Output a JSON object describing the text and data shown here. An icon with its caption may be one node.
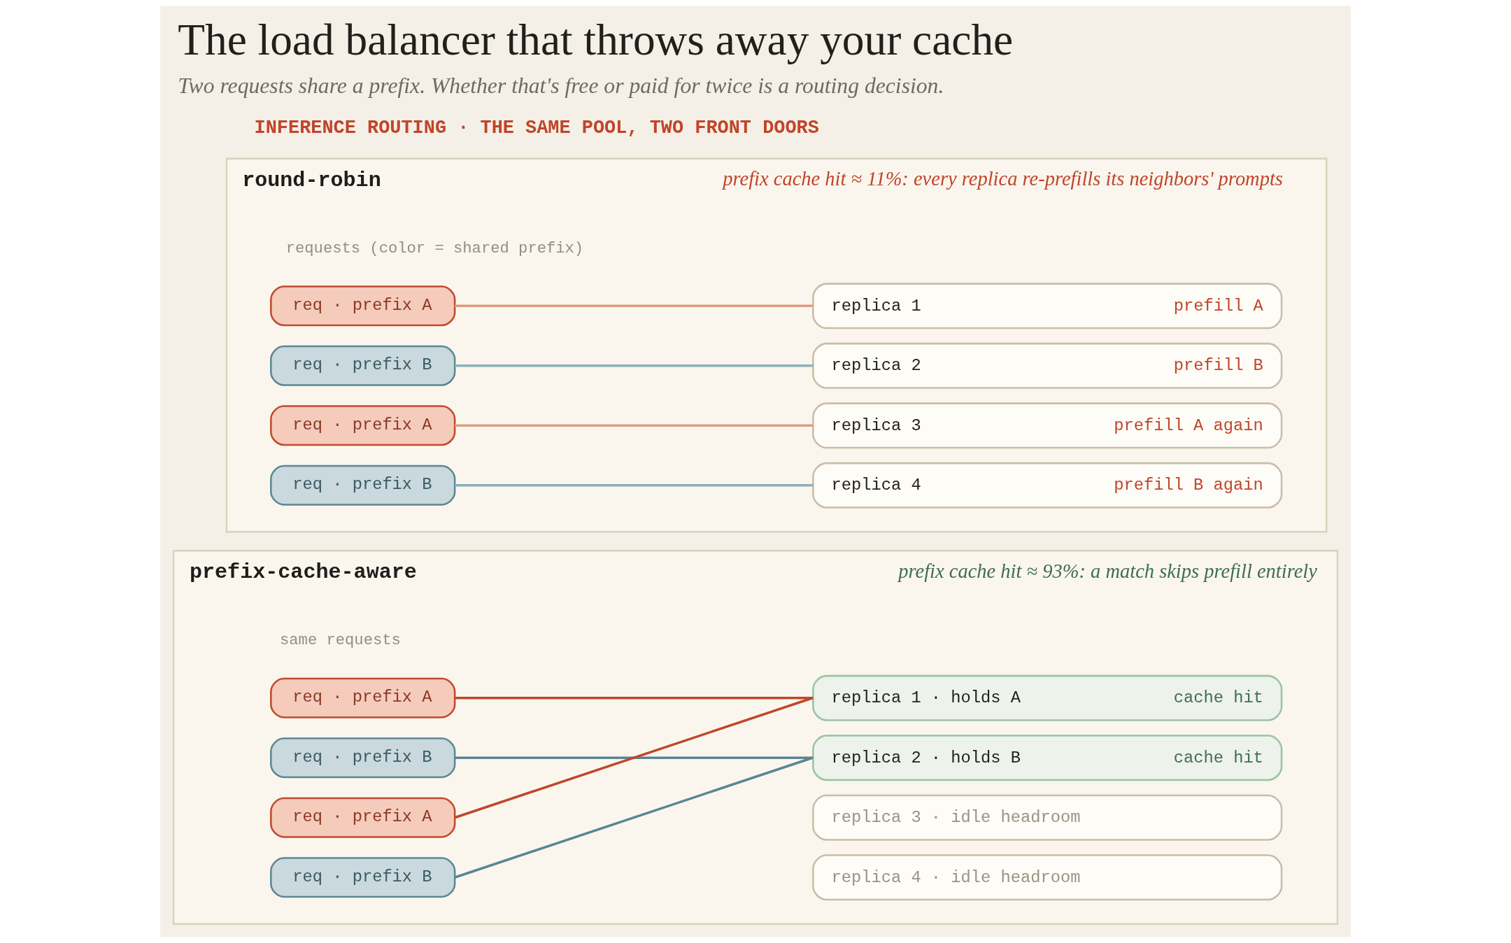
{
  "diagram": {
    "title": "The load balancer that throws away your cache",
    "caption": "Two requests share a prefix. Whether that's free or paid for twice is a routing decision.",
    "nodes": [
      {
        "text": [
          "round-robin",
          "prefix cache hit ≈ 11%: every replica re-prefills its neighbors' prompts"
        ]
      },
      {
        "text": [
          "req · prefix A"
        ],
        "in": 0
      },
      {
        "text": [
          "replica 1",
          "prefill A"
        ],
        "in": 0
      },
      {
        "text": [
          "req · prefix B"
        ],
        "in": 0
      },
      {
        "text": [
          "replica 2",
          "prefill B"
        ],
        "in": 0
      },
      {
        "text": [
          "req · prefix A"
        ],
        "in": 0
      },
      {
        "text": [
          "replica 3",
          "prefill A again"
        ],
        "in": 0
      },
      {
        "text": [
          "req · prefix B"
        ],
        "in": 0
      },
      {
        "text": [
          "replica 4",
          "prefill B again"
        ],
        "in": 0
      },
      {
        "text": [
          "prefix-cache-aware",
          "prefix cache hit ≈ 93%: a match skips prefill entirely"
        ]
      },
      {
        "text": [
          "req · prefix A"
        ],
        "in": 9
      },
      {
        "text": [
          "replica 1 · holds A",
          "cache hit"
        ],
        "in": 9
      },
      {
        "text": [
          "req · prefix B"
        ],
        "in": 9
      },
      {
        "text": [
          "replica 2 · holds B",
          "cache hit"
        ],
        "in": 9
      },
      {
        "text": [
          "req · prefix A"
        ],
        "in": 9
      },
      {
        "text": [
          "replica 3 · idle headroom"
        ],
        "in": 9
      },
      {
        "text": [
          "req · prefix B"
        ],
        "in": 9
      },
      {
        "text": [
          "replica 4 · idle headroom"
        ],
        "in": 9
      }
    ],
    "edges": [
      {
        "from": 1,
        "to": 2,
        "arrow": "none",
        "color": "#de9c7f"
      },
      {
        "from": 3,
        "to": 4,
        "arrow": "none",
        "color": "#8cb0b9"
      },
      {
        "from": 5,
        "to": 6,
        "arrow": "none",
        "color": "#de9c7f"
      },
      {
        "from": 7,
        "to": 8,
        "arrow": "none",
        "color": "#8cb0b9"
      },
      {
        "from": 10,
        "to": 11,
        "arrow": "none",
        "color": "#c0462b"
      },
      {
        "from": 12,
        "to": 13,
        "arrow": "none",
        "color": "#5b8591"
      },
      {
        "from": 14,
        "to": 11,
        "arrow": "none",
        "color": "#c0462b"
      },
      {
        "from": 16,
        "to": 13,
        "arrow": "none",
        "color": "#5b8591"
      }
    ],
    "labels": [
      "INFERENCE ROUTING · THE SAME POOL, TWO FRONT DOORS",
      "requests (color = shared prefix)",
      "same requests"
    ]
  }
}
